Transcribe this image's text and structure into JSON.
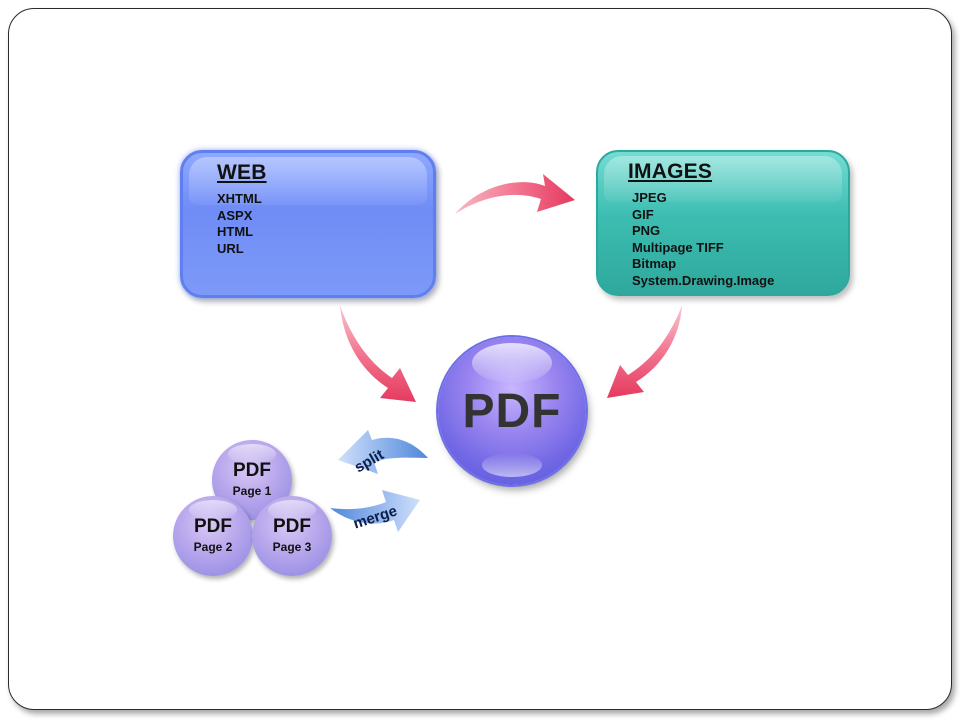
{
  "web": {
    "title": "WEB",
    "items": [
      "XHTML",
      "ASPX",
      "HTML",
      "URL"
    ]
  },
  "images": {
    "title": "IMAGES",
    "items": [
      "JPEG",
      "GIF",
      "PNG",
      "Multipage TIFF",
      "Bitmap",
      "System.Drawing.Image"
    ]
  },
  "center": {
    "label": "PDF"
  },
  "pages": [
    {
      "title": "PDF",
      "subtitle": "Page 1"
    },
    {
      "title": "PDF",
      "subtitle": "Page 2"
    },
    {
      "title": "PDF",
      "subtitle": "Page 3"
    }
  ],
  "operations": {
    "split": "split",
    "merge": "merge"
  },
  "colors": {
    "web_box": "#7d9af9",
    "images_box": "#3dbdb1",
    "flow_arrow": "#ef4a6a",
    "operation_arrow": "#5b8fe0",
    "pdf_ball": "#7a6fe8"
  }
}
